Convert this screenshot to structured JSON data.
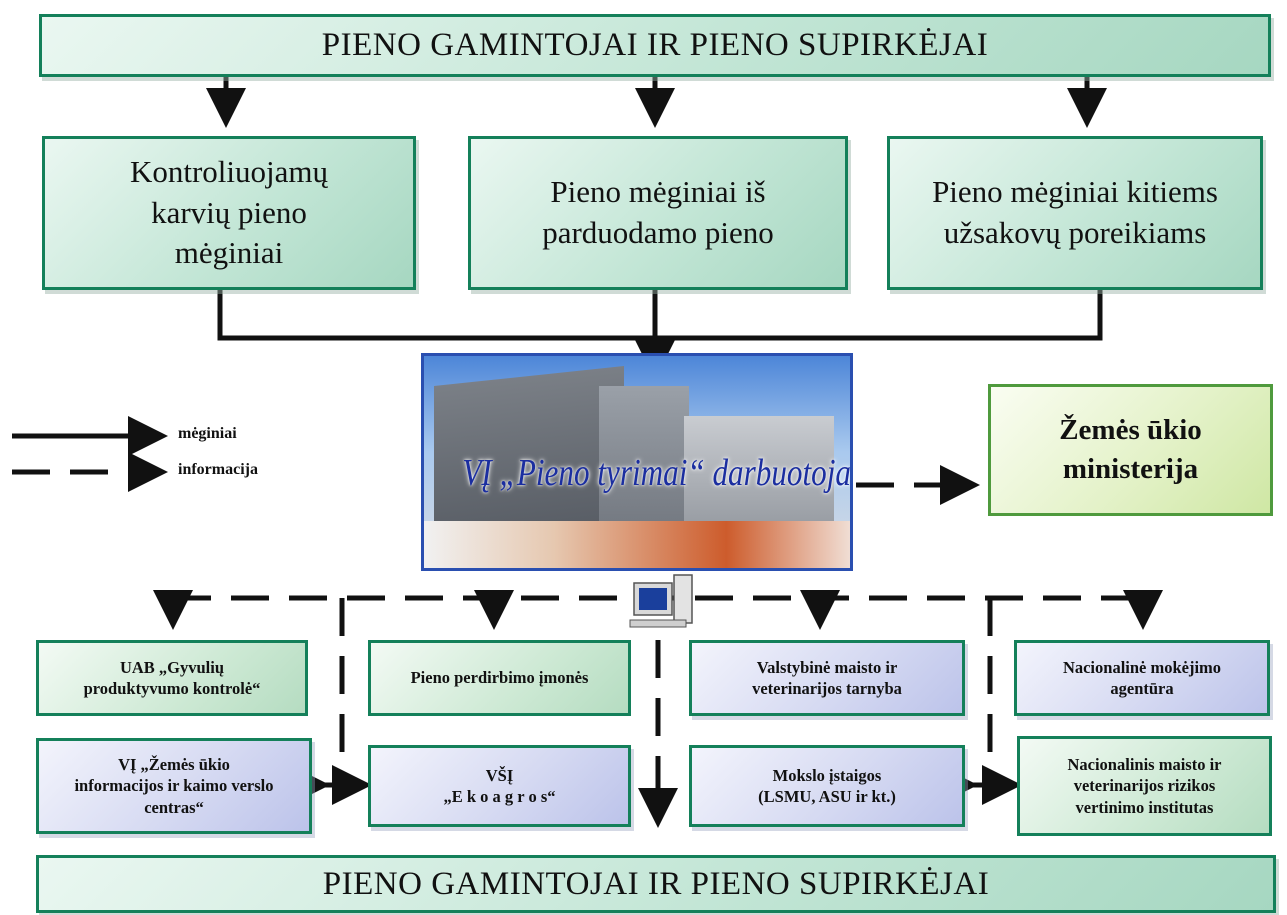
{
  "top_banner": "PIENO GAMINTOJAI IR PIENO SUPIRKĖJAI",
  "bottom_banner": "PIENO GAMINTOJAI IR PIENO SUPIRKĖJAI",
  "sample_boxes": [
    "Kontroliuojamų\nkarvių pieno\nmėginiai",
    "Pieno mėginiai iš\nparduodamo pieno",
    "Pieno mėginiai kitiems\nužsakovų poreikiams"
  ],
  "center": {
    "label": "VĮ „Pieno tyrimai“ darbuotojai"
  },
  "ministry": "Žemės ūkio\nministerija",
  "legend": {
    "samples": "mėginiai",
    "information": "informacija"
  },
  "recipients": {
    "gyvuliu": "UAB „Gyvulių\nproduktyvumo kontrolė“",
    "perdirbimo": "Pieno perdirbimo įmonės",
    "vmvt": "Valstybinė maisto ir\nveterinarijos tarnyba",
    "nma": "Nacionalinė mokėjimo\nagentūra",
    "zukvc": "VĮ „Žemės ūkio\ninformacijos ir kaimo verslo\ncentras“",
    "ekoagros": "VŠĮ\n„E k o a g r o s“",
    "mokslo": "Mokslo įstaigos\n(LSMU, ASU ir kt.)",
    "nmvrvi": "Nacionalinis maisto ir\nveterinarijos rizikos\nvertinimo institutas"
  },
  "colors": {
    "border": "#14805a",
    "photo_border": "#2a4fb0",
    "label": "#1b2ea0"
  }
}
